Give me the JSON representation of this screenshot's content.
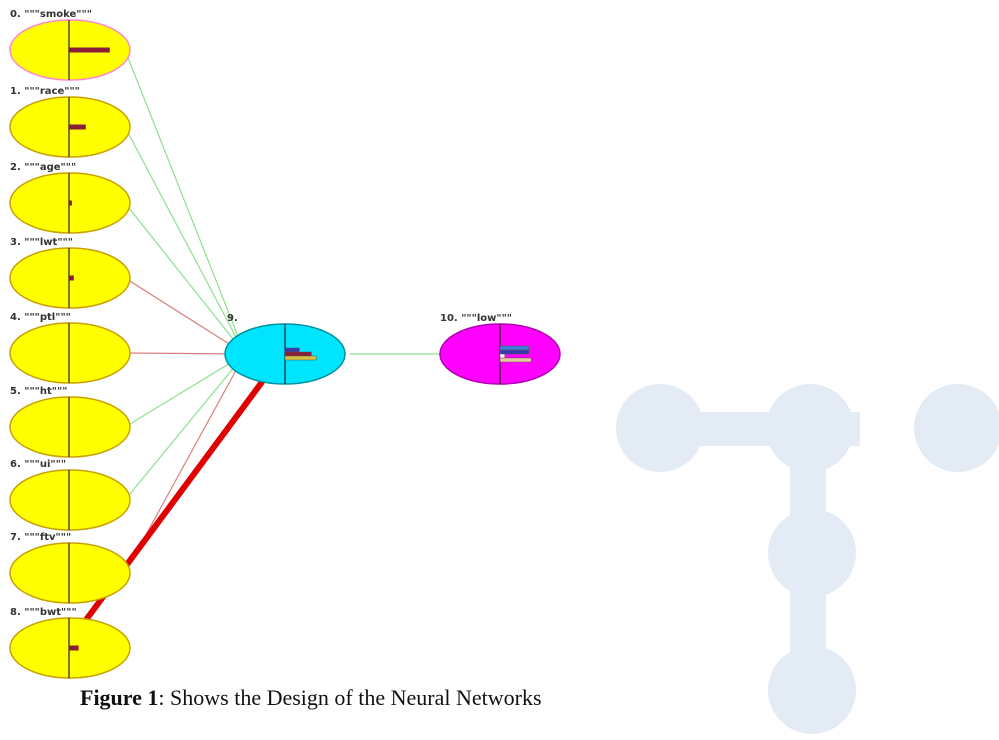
{
  "watermark": {
    "color": "#e3ecf5"
  },
  "colors": {
    "input_node": "#ffff00",
    "input_stroke": "#c8a000",
    "input_stroke_selected": "#ff88cc",
    "hidden_node": "#00e5ff",
    "hidden_stroke": "#0090a0",
    "output_node": "#ff00ff",
    "output_stroke": "#b000b0",
    "edge_positive": "#8ee08e",
    "edge_negative": "#d88080",
    "edge_strong": "#e00000",
    "bar_dark": "#8b1c3a"
  },
  "nodes": [
    {
      "id": 0,
      "label": "0. \"\"\"smoke\"\"\"",
      "role": "input",
      "bars": [
        {
          "value": 0.85,
          "color": "#8b1c3a"
        }
      ]
    },
    {
      "id": 1,
      "label": "1. \"\"\"race\"\"\"",
      "role": "input",
      "bars": [
        {
          "value": 0.35,
          "color": "#8b1c3a"
        }
      ]
    },
    {
      "id": 2,
      "label": "2. \"\"\"age\"\"\"",
      "role": "input",
      "bars": [
        {
          "value": 0.06,
          "color": "#8b1c3a"
        }
      ]
    },
    {
      "id": 3,
      "label": "3. \"\"\"lwt\"\"\"",
      "role": "input",
      "bars": [
        {
          "value": 0.1,
          "color": "#8b1c3a"
        }
      ]
    },
    {
      "id": 4,
      "label": "4. \"\"\"ptl\"\"\"",
      "role": "input",
      "bars": []
    },
    {
      "id": 5,
      "label": "5. \"\"\"ht\"\"\"",
      "role": "input",
      "bars": []
    },
    {
      "id": 6,
      "label": "6. \"\"\"ui\"\"\"",
      "role": "input",
      "bars": []
    },
    {
      "id": 7,
      "label": "7. \"\"\"ftv\"\"\"",
      "role": "input",
      "bars": []
    },
    {
      "id": 8,
      "label": "8. \"\"\"bwt\"\"\"",
      "role": "input",
      "bars": [
        {
          "value": 0.2,
          "color": "#8b1c3a"
        }
      ]
    },
    {
      "id": 9,
      "label": "9.",
      "role": "hidden",
      "bars": [
        {
          "value": 0.3,
          "color": "#3a3ab0"
        },
        {
          "value": 0.55,
          "color": "#8b1c3a"
        },
        {
          "value": 0.65,
          "color": "#d8c040"
        }
      ]
    },
    {
      "id": 10,
      "label": "10. \"\"\"low\"\"\"",
      "role": "output",
      "bars": [
        {
          "value": 0.6,
          "color": "#3a80e0"
        },
        {
          "value": 0.6,
          "color": "#3a3ab0"
        },
        {
          "value": 0.1,
          "color": "#ffffff"
        },
        {
          "value": 0.65,
          "color": "#e8c8a0"
        }
      ]
    }
  ],
  "edges": [
    {
      "from": 0,
      "to": 9,
      "sign": "positive",
      "strength": 1
    },
    {
      "from": 1,
      "to": 9,
      "sign": "positive",
      "strength": 1
    },
    {
      "from": 2,
      "to": 9,
      "sign": "positive",
      "strength": 1
    },
    {
      "from": 3,
      "to": 9,
      "sign": "negative",
      "strength": 1
    },
    {
      "from": 4,
      "to": 9,
      "sign": "negative",
      "strength": 1
    },
    {
      "from": 5,
      "to": 9,
      "sign": "positive",
      "strength": 1
    },
    {
      "from": 6,
      "to": 9,
      "sign": "positive",
      "strength": 1
    },
    {
      "from": 7,
      "to": 9,
      "sign": "negative",
      "strength": 1
    },
    {
      "from": 8,
      "to": 9,
      "sign": "strong-negative",
      "strength": 6
    },
    {
      "from": 9,
      "to": 10,
      "sign": "positive",
      "strength": 1
    }
  ],
  "caption": {
    "prefix": "Figure 1",
    "text": ": Shows the Design of the Neural Networks"
  }
}
